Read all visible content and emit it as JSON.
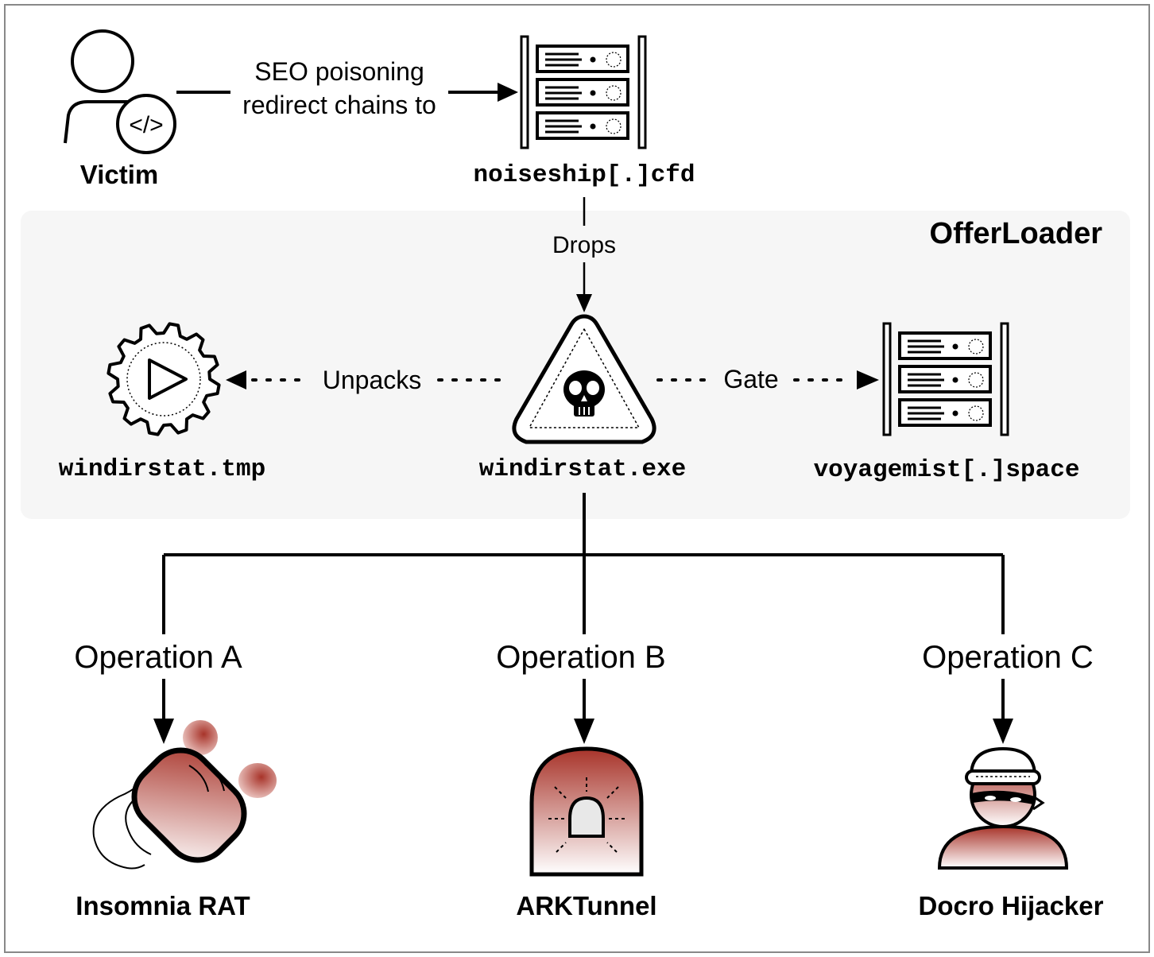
{
  "victim": {
    "label": "Victim",
    "icon": "user-code-icon"
  },
  "edge_seo": {
    "line1": "SEO poisoning",
    "line2": "redirect chains to"
  },
  "noiseship": {
    "label": "noiseship[.]cfd",
    "icon": "server-rack-icon"
  },
  "offerloader": {
    "title": "OfferLoader"
  },
  "edge_drops": {
    "label": "Drops"
  },
  "windirstat_exe": {
    "label": "windirstat.exe",
    "icon": "skull-warning-icon"
  },
  "windirstat_tmp": {
    "label": "windirstat.tmp",
    "icon": "gear-play-icon"
  },
  "voyagemist": {
    "label": "voyagemist[.]space",
    "icon": "server-rack-icon"
  },
  "edge_unpacks": {
    "label": "Unpacks"
  },
  "edge_gate": {
    "label": "Gate"
  },
  "operations": [
    {
      "label": "Operation A",
      "payload": "Insomnia RAT",
      "icon": "rat-icon"
    },
    {
      "label": "Operation B",
      "payload": "ARKTunnel",
      "icon": "alarm-light-icon"
    },
    {
      "label": "Operation C",
      "payload": "Docro Hijacker",
      "icon": "bandit-icon"
    }
  ],
  "colors": {
    "accent": "#a8342a",
    "panel": "#f6f6f6",
    "frame": "#888888"
  }
}
